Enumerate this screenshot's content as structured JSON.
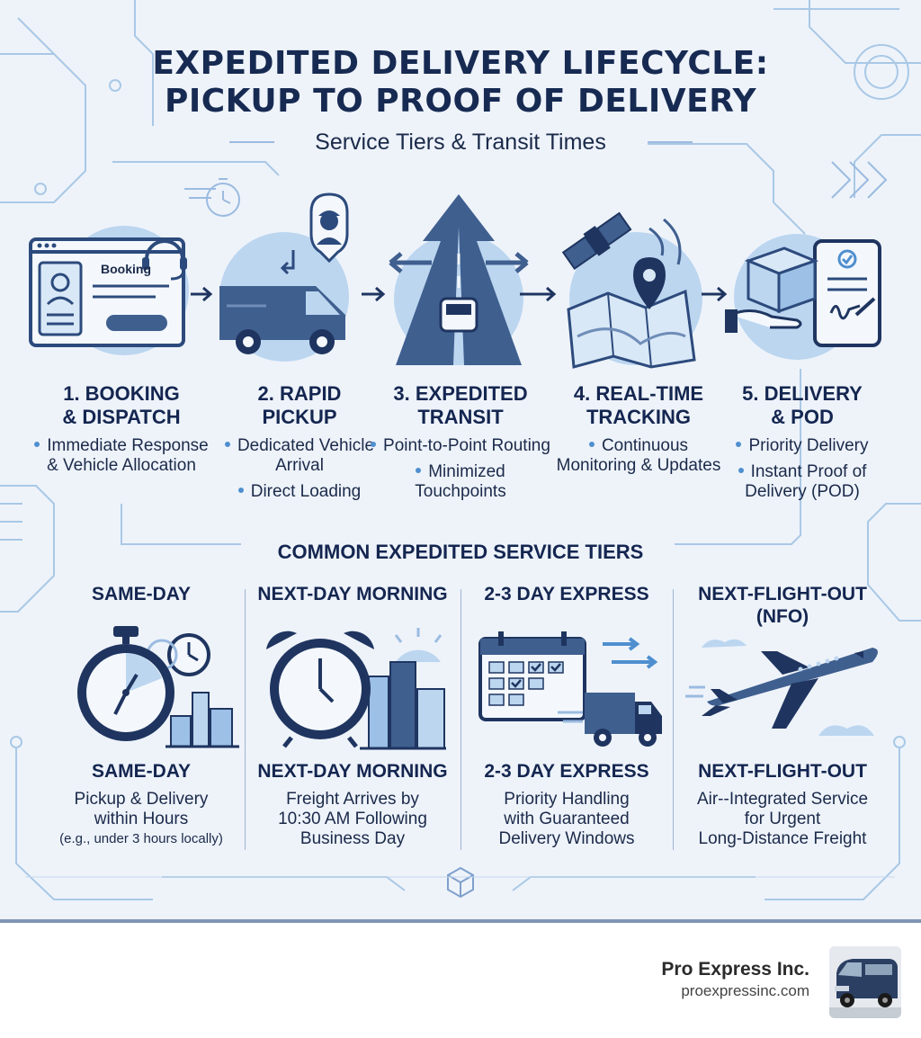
{
  "header": {
    "title_line1": "EXPEDITED DELIVERY LIFECYCLE:",
    "title_line2": "PICKUP TO PROOF OF DELIVERY",
    "subtitle": "Service Tiers & Transit Times"
  },
  "steps": [
    {
      "title_line1": "1. BOOKING",
      "title_line2": "& DISPATCH",
      "icon": "booking-screen-headset-icon",
      "icon_text": "Booking",
      "bullets": [
        "Immediate Response & Vehicle Allocation"
      ]
    },
    {
      "title_line1": "2. RAPID",
      "title_line2": "PICKUP",
      "icon": "delivery-van-driver-icon",
      "bullets": [
        "Dedicated Vehicle Arrival",
        "Direct Loading"
      ]
    },
    {
      "title_line1": "3. EXPEDITED",
      "title_line2": "TRANSIT",
      "icon": "road-arrow-icon",
      "bullets": [
        "Point-to-Point Routing",
        "Minimized Touchpoints"
      ]
    },
    {
      "title_line1": "4. REAL-TIME",
      "title_line2": "TRACKING",
      "icon": "satellite-map-pin-icon",
      "bullets": [
        "Continuous Monitoring & Updates"
      ]
    },
    {
      "title_line1": "5. DELIVERY",
      "title_line2": "& POD",
      "icon": "package-signature-tablet-icon",
      "bullets": [
        "Priority Delivery",
        "Instant Proof of Delivery (POD)"
      ]
    }
  ],
  "tiers_heading": "COMMON EXPEDITED SERVICE TIERS",
  "tiers": [
    {
      "top_label": "SAME-DAY",
      "bottom_label": "SAME-DAY",
      "icon": "stopwatch-city-icon",
      "desc_line1": "Pickup & Delivery",
      "desc_line2": "within Hours",
      "desc_line3": "(e.g., under 3 hours locally)"
    },
    {
      "top_label": "NEXT-DAY MORNING",
      "bottom_label": "NEXT-DAY MORNING",
      "icon": "alarm-clock-sunrise-icon",
      "desc_line1": "Freight Arrives by",
      "desc_line2": "10:30 AM Following",
      "desc_line3": "Business Day"
    },
    {
      "top_label": "2-3 DAY EXPRESS",
      "bottom_label": "2-3 DAY EXPRESS",
      "icon": "calendar-truck-icon",
      "desc_line1": "Priority Handling",
      "desc_line2": "with Guaranteed",
      "desc_line3": "Delivery Windows"
    },
    {
      "top_label": "NEXT-FLIGHT-OUT",
      "top_label_line2": "(NFO)",
      "bottom_label": "NEXT-FLIGHT-OUT",
      "icon": "airplane-icon",
      "desc_line1": "Air--Integrated Service",
      "desc_line2": "for Urgent",
      "desc_line3": "Long-Distance Freight"
    }
  ],
  "footer": {
    "company_name": "Pro Express Inc.",
    "company_url": "proexpressinc.com",
    "logo_icon": "sprinter-van-photo-icon"
  },
  "colors": {
    "navy": "#172a52",
    "icon_blue": "#3f5f8f",
    "light_blue": "#bcd6f0",
    "accent": "#4f8fcf",
    "background": "#eef3fa"
  }
}
